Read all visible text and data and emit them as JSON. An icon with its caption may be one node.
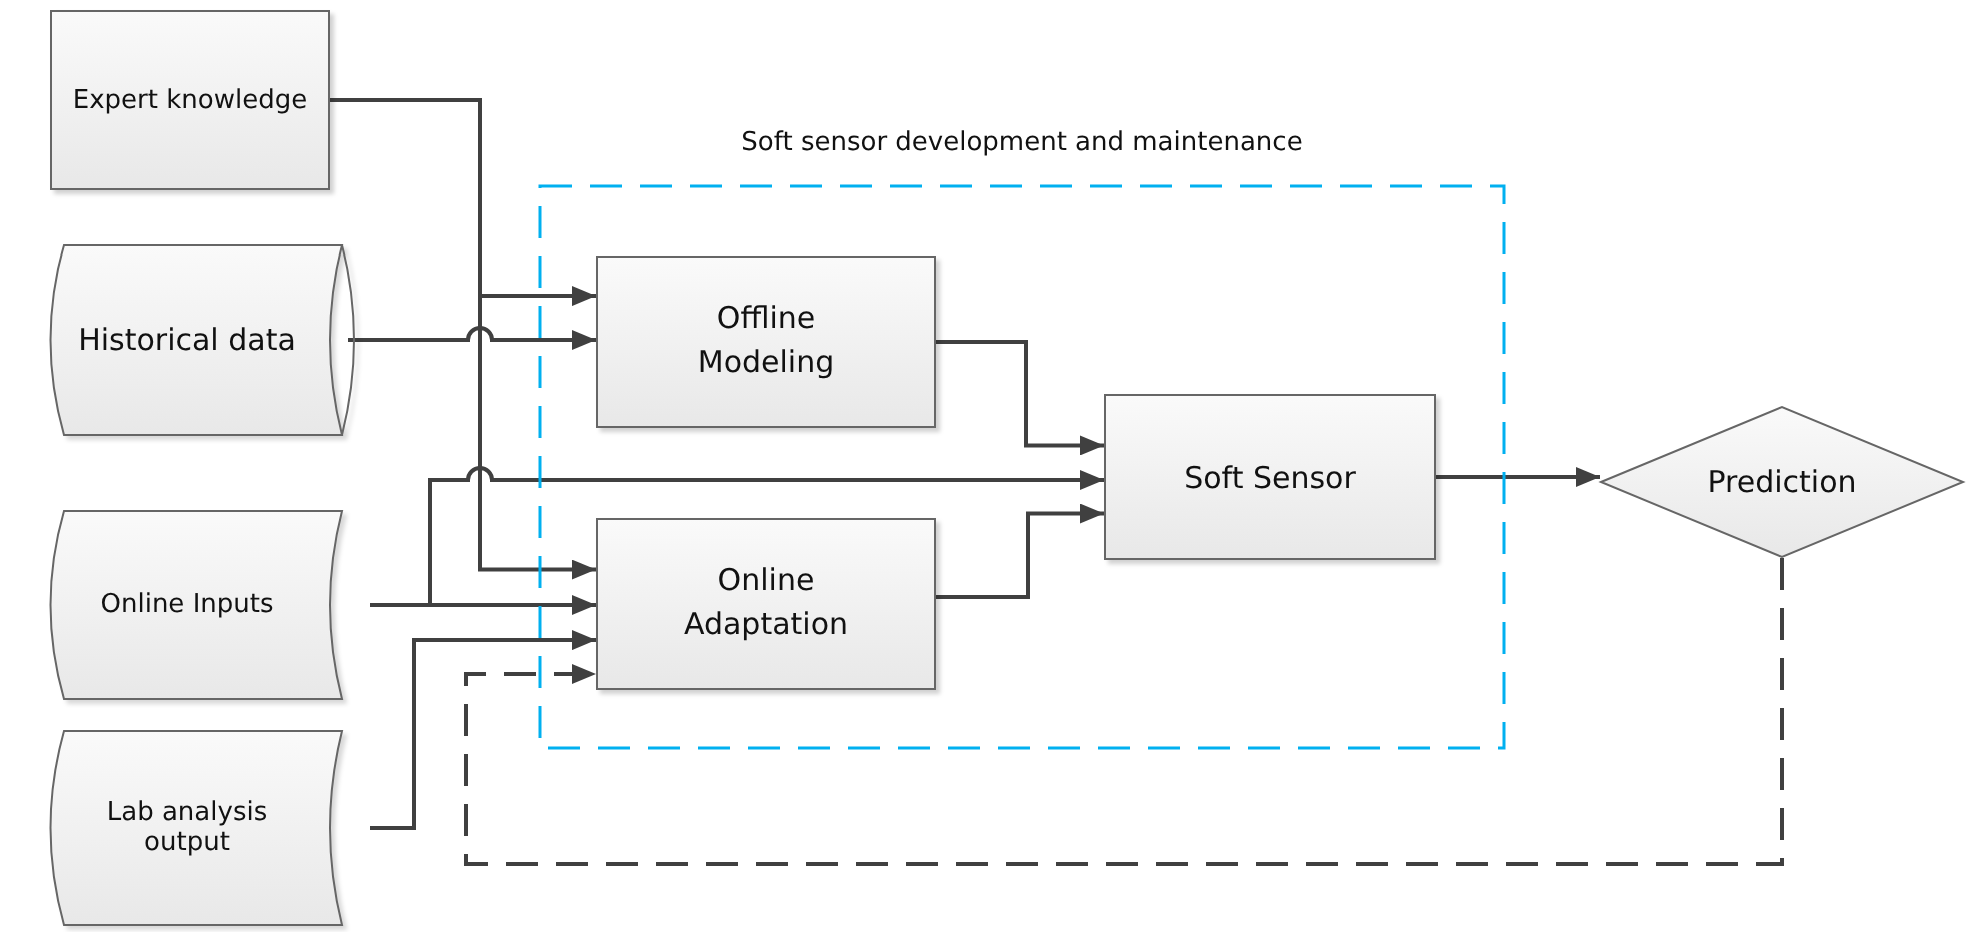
{
  "diagram": {
    "nodes": [
      {
        "text": [
          "Soft sensor development and maintenance"
        ]
      },
      {
        "text": [
          "Expert knowledge"
        ]
      },
      {
        "text": [
          "Historical data"
        ]
      },
      {
        "text": [
          "Online Inputs"
        ]
      },
      {
        "text": [
          "Lab analysis output"
        ]
      },
      {
        "text": [
          "Offline Modeling"
        ],
        "in": 0
      },
      {
        "text": [
          "Online Adaptation"
        ],
        "in": 0
      },
      {
        "text": [
          "Soft Sensor"
        ],
        "in": 0
      },
      {
        "text": [
          "Prediction"
        ]
      }
    ],
    "edges": [
      {
        "from": 1,
        "to": 5,
        "arrow": "to"
      },
      {
        "from": 1,
        "to": 6,
        "arrow": "to"
      },
      {
        "from": 2,
        "to": 5,
        "arrow": "to"
      },
      {
        "from": 3,
        "to": 7,
        "arrow": "to"
      },
      {
        "from": 3,
        "to": 6,
        "arrow": "to"
      },
      {
        "from": 4,
        "to": 6,
        "arrow": "to"
      },
      {
        "from": 5,
        "to": 7,
        "arrow": "to"
      },
      {
        "from": 6,
        "to": 7,
        "arrow": "to"
      },
      {
        "from": 7,
        "to": 8,
        "arrow": "to"
      },
      {
        "from": 8,
        "to": 6,
        "arrow": "to",
        "style": "dashed"
      }
    ]
  }
}
